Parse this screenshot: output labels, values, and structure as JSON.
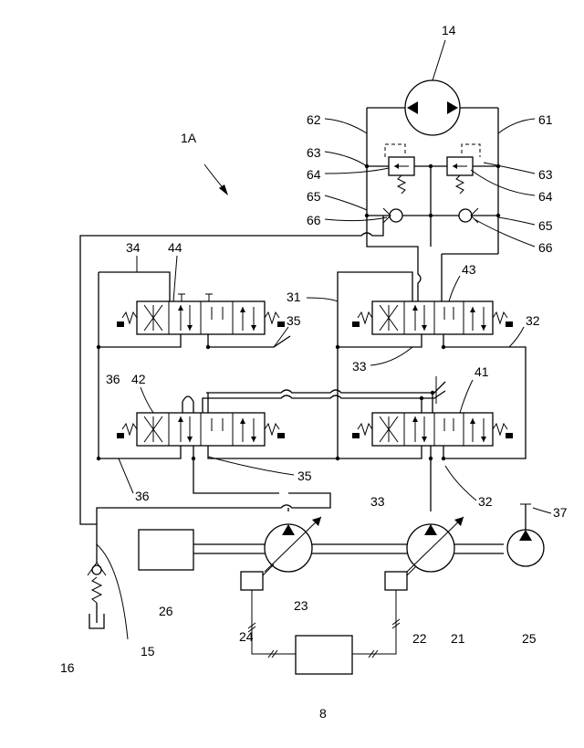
{
  "labels": {
    "motor": "14",
    "system": "1A",
    "line_62": "62",
    "line_61": "61",
    "relief_63_left": "63",
    "relief_63_right": "63",
    "relief_64_left": "64",
    "relief_64_right": "64",
    "check_65_left": "65",
    "check_65_right": "65",
    "check_66_left": "66",
    "check_66_right": "66",
    "valve_34": "34",
    "valve_44": "44",
    "valve_43": "43",
    "line_31": "31",
    "line_35_top": "35",
    "line_32_top": "32",
    "line_36_top": "36",
    "line_33_top": "33",
    "valve_42": "42",
    "valve_41": "41",
    "line_35_bottom": "35",
    "line_36_bottom": "36",
    "line_33_bottom": "33",
    "line_32_bottom": "32",
    "tank_line_37": "37",
    "engine_26": "26",
    "pump_23": "23",
    "pump_21": "21",
    "pump_25": "25",
    "regulator_24": "24",
    "regulator_22": "22",
    "relief_16": "16",
    "line_15": "15",
    "controller_8": "8"
  }
}
